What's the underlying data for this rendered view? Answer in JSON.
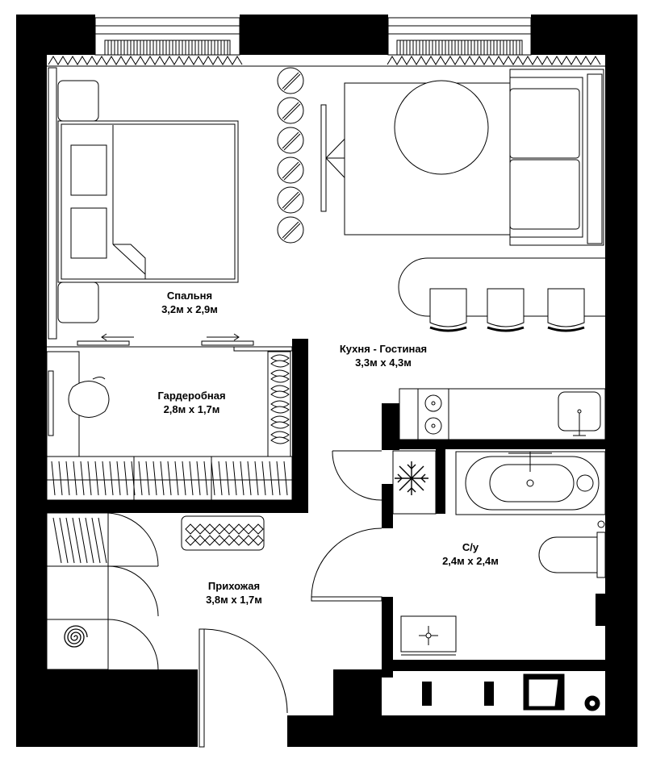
{
  "colors": {
    "wall": "#000000",
    "line": "#000000",
    "background": "#ffffff"
  },
  "rooms": {
    "bedroom": {
      "name": "Спальня",
      "dims": "3,2м х 2,9м"
    },
    "wardrobe": {
      "name": "Гардеробная",
      "dims": "2,8м х 1,7м"
    },
    "kitchen": {
      "name": "Кухня - Гостиная",
      "dims": "3,3м х 4,3м"
    },
    "bathroom": {
      "name": "С/у",
      "dims": "2,4м х 2,4м"
    },
    "hallway": {
      "name": "Прихожая",
      "dims": "3,8м х 1,7м"
    }
  },
  "icons": [
    "snowflake-icon",
    "spiral-icon"
  ]
}
